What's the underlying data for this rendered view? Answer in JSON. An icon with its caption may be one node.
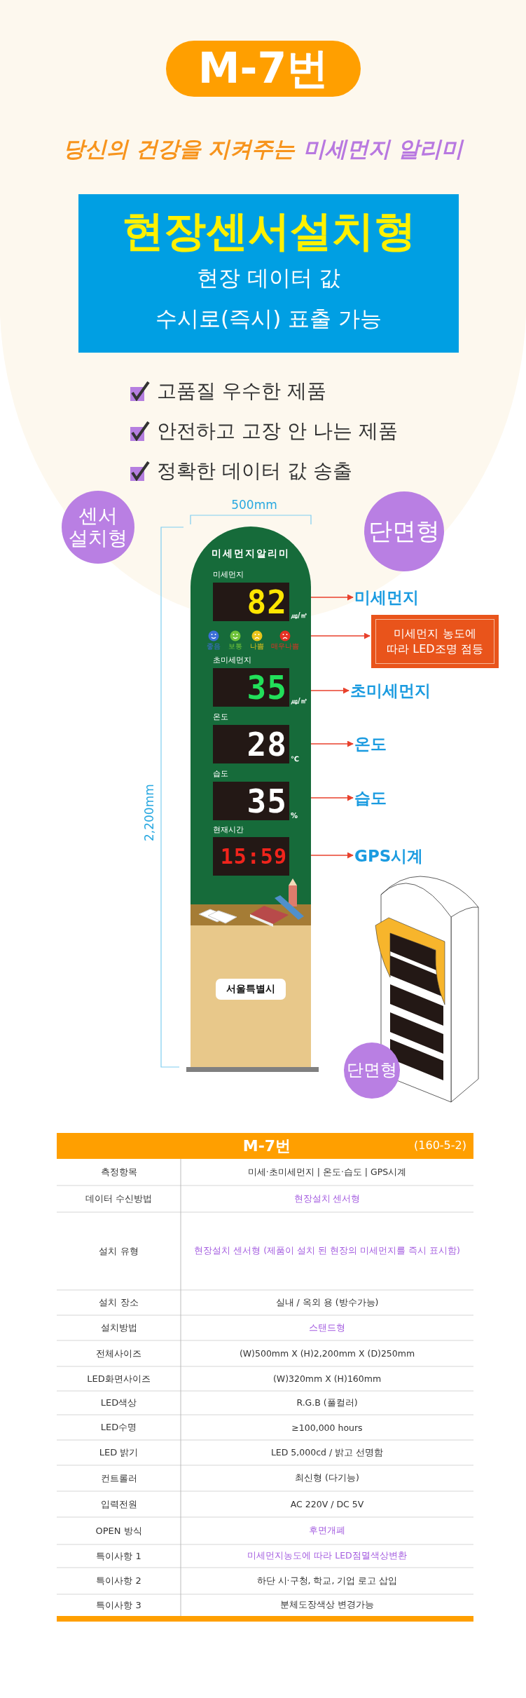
{
  "diagram": {
    "nodes": [
      {
        "text": [
          "M-7번"
        ]
      },
      {
        "text": [
          "현장센서설치형",
          "현장 데이터 값 수시로(즉시) 표출 가능"
        ]
      },
      {
        "text": [
          "센서 설치형"
        ]
      },
      {
        "text": [
          "단면형"
        ]
      },
      {
        "text": [
          "미세먼지알리미"
        ]
      },
      {
        "text": [
          "미세먼지",
          "82",
          "㎍/㎥"
        ],
        "in": 4
      },
      {
        "text": [
          "좋음"
        ],
        "in": 4
      },
      {
        "text": [
          "보통"
        ],
        "in": 4
      },
      {
        "text": [
          "나쁨"
        ],
        "in": 4
      },
      {
        "text": [
          "매우나쁨"
        ],
        "in": 4
      },
      {
        "text": [
          "초미세먼지",
          "35",
          "㎍/㎥"
        ],
        "in": 4
      },
      {
        "text": [
          "온도",
          "28",
          "℃"
        ],
        "in": 4
      },
      {
        "text": [
          "습도",
          "35",
          "%"
        ],
        "in": 4
      },
      {
        "text": [
          "현재시간",
          "15:59"
        ],
        "in": 4
      },
      {
        "text": [
          "서울특별시"
        ],
        "in": 4
      },
      {
        "text": [
          "미세먼지"
        ]
      },
      {
        "text": [
          "미세먼지 농도에 따라 LED조명 점등"
        ]
      },
      {
        "text": [
          "초미세먼지"
        ]
      },
      {
        "text": [
          "온도"
        ]
      },
      {
        "text": [
          "습도"
        ]
      },
      {
        "text": [
          "GPS시계"
        ]
      },
      {
        "text": [
          "단면형"
        ]
      }
    ],
    "edges": [
      {
        "from": 5,
        "to": 15,
        "arrow": "to"
      },
      {
        "from": 9,
        "to": 16,
        "arrow": "to"
      },
      {
        "from": 10,
        "to": 17,
        "arrow": "to"
      },
      {
        "from": 11,
        "to": 18,
        "arrow": "to"
      },
      {
        "from": 12,
        "to": 19,
        "arrow": "to"
      },
      {
        "from": 13,
        "to": 20,
        "arrow": "to"
      }
    ],
    "labels": [
      "당신의 건강을 지켜주는",
      "미세먼지 알리미",
      "고품질 우수한 제품",
      "안전하고 고장 안 나는 제품",
      "정확한 데이터 값 송출",
      "500mm",
      "2,200mm",
      "M-7번",
      "(160-5-2)",
      "측정항목",
      "미세·초미세먼지 | 온도·습도 | GPS시계",
      "데이터 수신방법",
      "현장설치 센서형",
      "설치 유형",
      "현장설치 센서형 (제품이 설치 된 현장의 미세먼지를 즉시 표시함)",
      "설치 장소",
      "실내 / 옥외 용 (방수가능)",
      "설치방법",
      "스탠드형",
      "전체사이즈",
      "(W)500mm X (H)2,200mm X (D)250mm",
      "LED화면사이즈",
      "(W)320mm X (H)160mm",
      "LED색상",
      "R.G.B (풀컬러)",
      "LED수명",
      "≥100,000 hours",
      "LED 밝기",
      "LED 5,000cd / 밝고 선명함",
      "컨트롤러",
      "최신형 (다기능)",
      "입력전원",
      "AC 220V / DC 5V",
      "OPEN 방식",
      "후면개폐",
      "특이사항 1",
      "미세먼지농도에 따라 LED점멸색상변환",
      "특이사항 2",
      "하단 시·구청, 학교, 기업 로고 삽입",
      "특이사항 3",
      "분체도장색상 변경가능"
    ]
  }
}
